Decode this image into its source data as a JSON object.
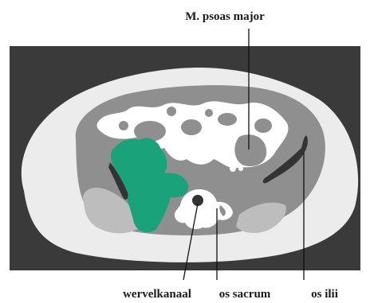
{
  "diagram": {
    "labels": {
      "psoas": "M. psoas major",
      "wervelkanaal": "wervelkanaal",
      "sacrum": "os sacrum",
      "ilii": "os ilii"
    },
    "colors": {
      "background": "#3a3a3a",
      "body_light": "#ececec",
      "body_mid": "#8f8f8f",
      "body_soft": "#bdbdbd",
      "bone_white": "#ffffff",
      "highlight": "#1aa27a",
      "dark": "#333333"
    }
  }
}
